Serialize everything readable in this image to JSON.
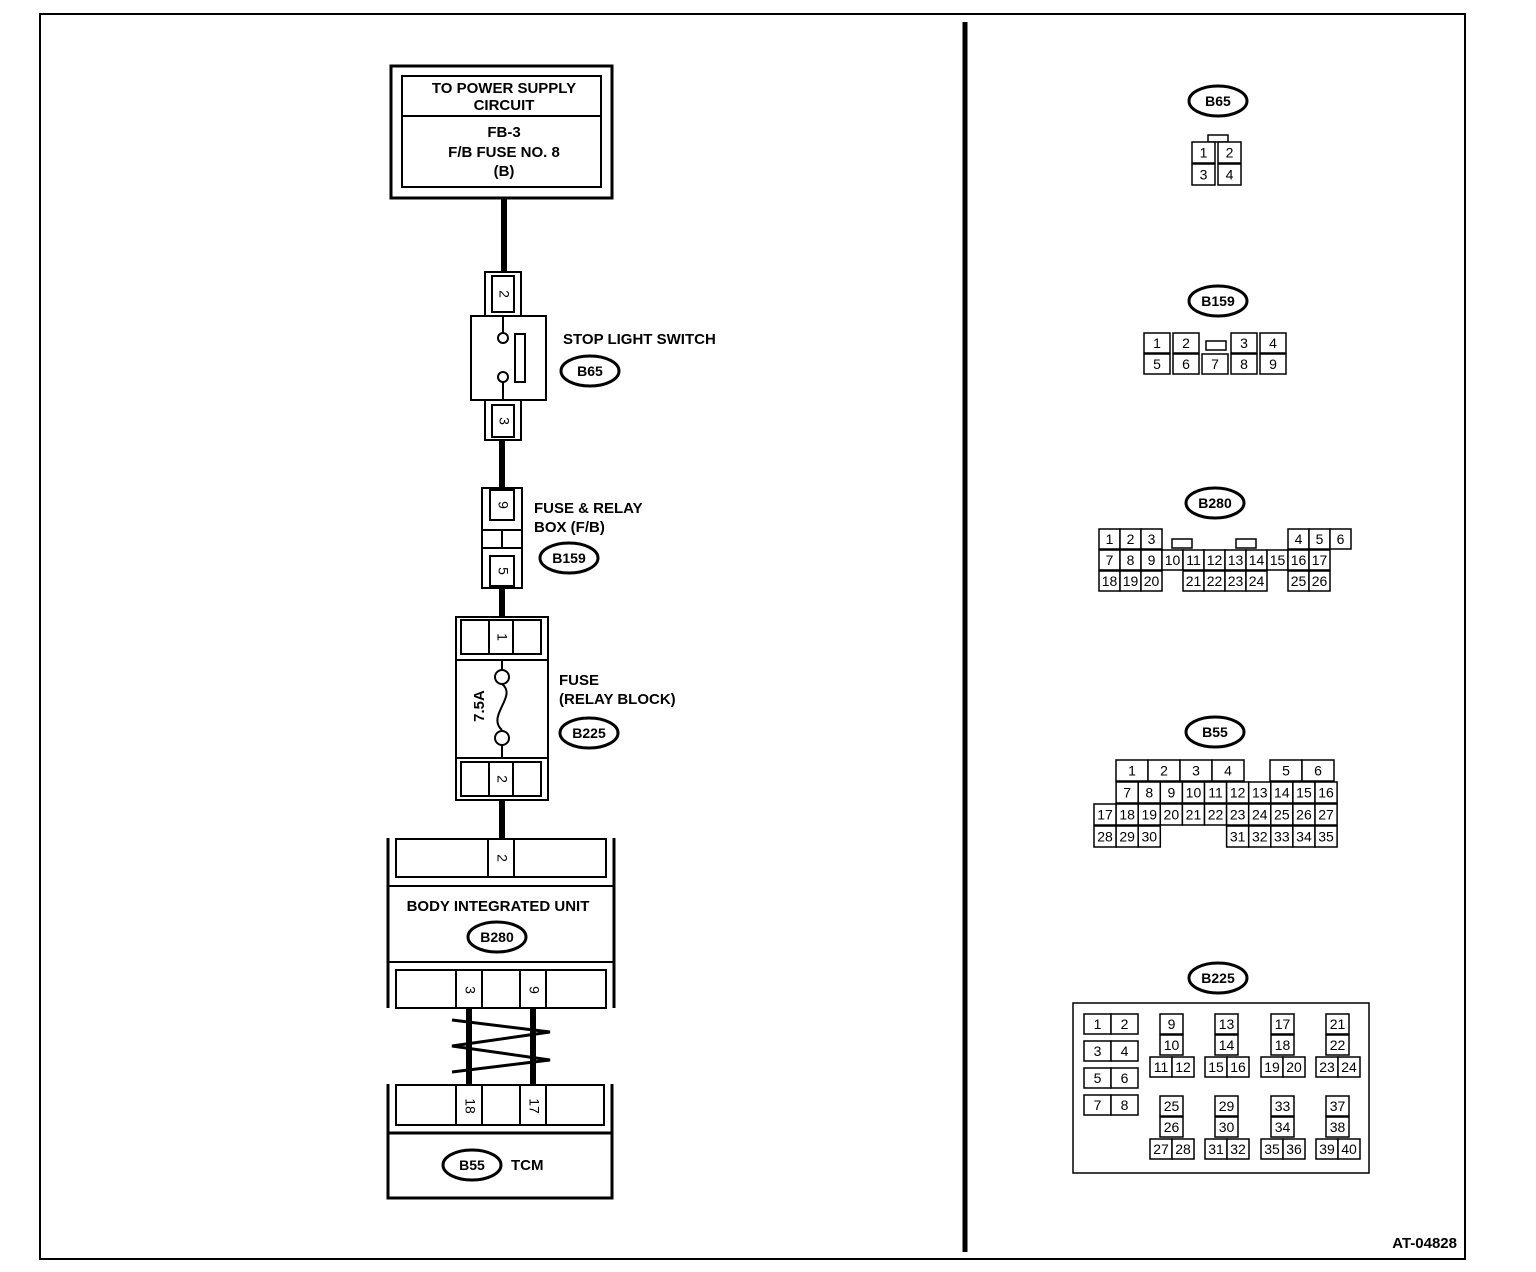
{
  "figure_id": "AT-04828",
  "power_box": {
    "title_lines": [
      "TO POWER SUPPLY",
      "CIRCUIT"
    ],
    "detail_lines": [
      "FB-3",
      "F/B FUSE NO. 8",
      "(B)"
    ]
  },
  "stop_light_switch": {
    "label": "STOP LIGHT SWITCH",
    "connector": "B65",
    "pin_in": "2",
    "pin_out": "3"
  },
  "fuse_relay_box": {
    "label_lines": [
      "FUSE & RELAY",
      "BOX (F/B)"
    ],
    "connector": "B159",
    "pin_in": "9",
    "pin_out": "5"
  },
  "fuse": {
    "label_lines": [
      "FUSE",
      "(RELAY BLOCK)"
    ],
    "connector": "B225",
    "rating": "7.5A",
    "pin_in": "1",
    "pin_out": "2"
  },
  "body_integrated_unit": {
    "label": "BODY INTEGRATED UNIT",
    "connector": "B280",
    "pin_in": "2",
    "pin_out_a": "3",
    "pin_out_b": "9"
  },
  "tcm": {
    "label": "TCM",
    "connector": "B55",
    "pin_a": "18",
    "pin_b": "17"
  },
  "connector_views": {
    "b65": {
      "id": "B65",
      "rows": [
        [
          "1",
          "2"
        ],
        [
          "3",
          "4"
        ]
      ]
    },
    "b159": {
      "id": "B159",
      "rows": [
        [
          "1",
          "2",
          "",
          "3",
          "4"
        ],
        [
          "5",
          "6",
          "7",
          "8",
          "9"
        ]
      ]
    },
    "b280": {
      "id": "B280",
      "rows": [
        [
          "1",
          "2",
          "3",
          "",
          "",
          "",
          "",
          "",
          "",
          "4",
          "5",
          "6"
        ],
        [
          "7",
          "8",
          "9",
          "10",
          "11",
          "12",
          "13",
          "14",
          "15",
          "16",
          "17"
        ],
        [
          "18",
          "19",
          "20",
          "21",
          "22",
          "23",
          "24",
          "25",
          "26"
        ]
      ]
    },
    "b55": {
      "id": "B55",
      "rows": [
        [
          "1",
          "2",
          "3",
          "4",
          "5",
          "6"
        ],
        [
          "7",
          "8",
          "9",
          "10",
          "11",
          "12",
          "13",
          "14",
          "15",
          "16"
        ],
        [
          "17",
          "18",
          "19",
          "20",
          "21",
          "22",
          "23",
          "24",
          "25",
          "26",
          "27"
        ],
        [
          "28",
          "29",
          "30",
          "31",
          "32",
          "33",
          "34",
          "35"
        ]
      ]
    },
    "b225": {
      "id": "B225",
      "pins": [
        "1",
        "2",
        "3",
        "4",
        "5",
        "6",
        "7",
        "8",
        "9",
        "10",
        "11",
        "12",
        "13",
        "14",
        "15",
        "16",
        "17",
        "18",
        "19",
        "20",
        "21",
        "22",
        "23",
        "24",
        "25",
        "26",
        "27",
        "28",
        "29",
        "30",
        "31",
        "32",
        "33",
        "34",
        "35",
        "36",
        "37",
        "38",
        "39",
        "40"
      ]
    }
  }
}
